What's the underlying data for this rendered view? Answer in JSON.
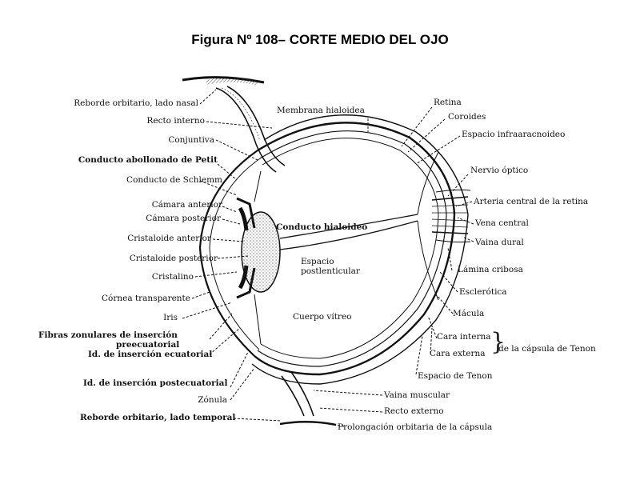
{
  "title": "Figura Nº 108– CORTE MEDIO DEL OJO",
  "labels": {
    "reborde_nasal": "Reborde orbitario, lado nasal",
    "recto_interno": "Recto interno",
    "conjuntiva": "Conjuntiva",
    "petit": "Conducto abollonado de Petit",
    "schlemm": "Conducto de Schlemm",
    "camara_anterior": "Cámara anterior",
    "camara_posterior": "Cámara posterior",
    "cristaloide_anterior": "Cristaloide anterior",
    "cristaloide_posterior": "Cristaloide posterior",
    "cristalino": "Cristalino",
    "cornea": "Córnea transparente",
    "iris": "Iris",
    "fibras_zonulares": "Fibras zonulares de inserción",
    "preecuatorial": "preecuatorial",
    "insercion_ecuatorial": "Id. de inserción ecuatorial",
    "insercion_postecuatorial": "Id. de inserción postecuatorial",
    "zonula": "Zónula",
    "reborde_temporal": "Reborde orbitario, lado temporal",
    "membrana_hialoidea": "Membrana hialoidea",
    "retina": "Retina",
    "coroides": "Coroides",
    "espacio_infraaracnoideo": "Espacio infraaracnoideo",
    "nervio_optico": "Nervio óptico",
    "arteria_central": "Arteria central de la retina",
    "vena_central": "Vena central",
    "vaina_dural": "Vaina dural",
    "lamina_cribosa": "Lámina cribosa",
    "esclerotica": "Esclerótica",
    "macula": "Mácula",
    "cara_interna": "Cara interna",
    "cara_externa": "Cara externa",
    "capsula_tenon": "de la cápsula de Tenon",
    "espacio_tenon": "Espacio de Tenon",
    "vaina_muscular": "Vaina muscular",
    "recto_externo": "Recto externo",
    "prolongacion": "Prolongación orbitaria de la cápsula",
    "conducto_hialoideo": "Conducto hialoideo",
    "espacio_postlenticular_1": "Espacio",
    "espacio_postlenticular_2": "postlenticular",
    "cuerpo_vitreo": "Cuerpo vítreo"
  }
}
